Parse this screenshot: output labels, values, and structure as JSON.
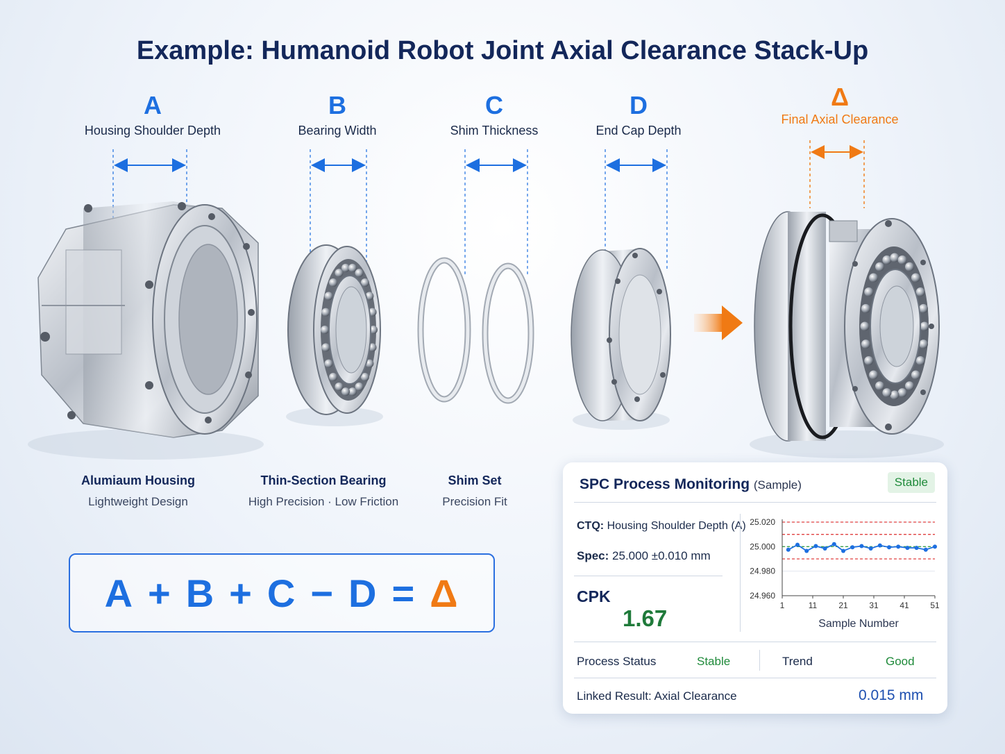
{
  "title": "Example: Humanoid Robot Joint Axial Clearance Stack-Up",
  "dimensions": [
    {
      "letter": "A",
      "name": "Housing Shoulder Depth"
    },
    {
      "letter": "B",
      "name": "Bearing Width"
    },
    {
      "letter": "C",
      "name": "Shim Thickness"
    },
    {
      "letter": "D",
      "name": "End Cap Depth"
    },
    {
      "letter": "Δ",
      "name": "Final Axial Clearance"
    }
  ],
  "parts": [
    {
      "name": "Alumiaum Housing",
      "desc": "Lightweight Design"
    },
    {
      "name": "Thin-Section Bearing",
      "desc": "High Precision · Low Friction"
    },
    {
      "name": "Shim Set",
      "desc": "Precision Fit"
    }
  ],
  "formula": {
    "a": "A",
    "op1": "+",
    "b": "B",
    "op2": "+",
    "c": "C",
    "op3": "−",
    "d": "D",
    "eq": "=",
    "delta": "Δ"
  },
  "colors": {
    "accent": "#1d6fe0",
    "delta": "#f07a14",
    "good": "#1f8a3a",
    "limit": "#e04040",
    "center": "#3aa14a"
  },
  "spc": {
    "title": "SPC Process Monitoring",
    "subtitle": "(Sample)",
    "badge": "Stable",
    "ctq_label": "CTQ:",
    "ctq_value": "Housing Shoulder Depth (A)",
    "spec_label": "Spec:",
    "spec_value": "25.000 ±0.010 mm",
    "cpk_label": "CPK",
    "cpk_value": "1.67",
    "process_status_label": "Process Status",
    "process_status_value": "Stable",
    "trend_label": "Trend",
    "trend_value": "Good",
    "linked_label": "Linked Result: Axial Clearance",
    "linked_value": "0.015 mm"
  },
  "chart_data": {
    "type": "line",
    "xlabel": "Sample Number",
    "ylabel": "",
    "x_ticks": [
      1,
      11,
      21,
      31,
      41,
      51
    ],
    "y_ticks": [
      "25.020",
      "25.000",
      "24.980",
      "24.960"
    ],
    "ylim": [
      24.96,
      25.02
    ],
    "xlim": [
      1,
      51
    ],
    "upper_limit": 25.01,
    "lower_limit": 24.99,
    "center_line": 25.0,
    "grid": true,
    "series": [
      {
        "x": [
          3,
          6,
          9,
          12,
          15,
          18,
          21,
          24,
          27,
          30,
          33,
          36,
          39,
          42,
          45,
          48,
          51
        ],
        "values": [
          24.9975,
          25.0015,
          24.9965,
          25.0005,
          24.9985,
          25.002,
          24.9965,
          24.9995,
          25.0005,
          24.9985,
          25.001,
          24.9995,
          25.0,
          24.999,
          24.999,
          24.9975,
          25.0
        ]
      }
    ]
  }
}
